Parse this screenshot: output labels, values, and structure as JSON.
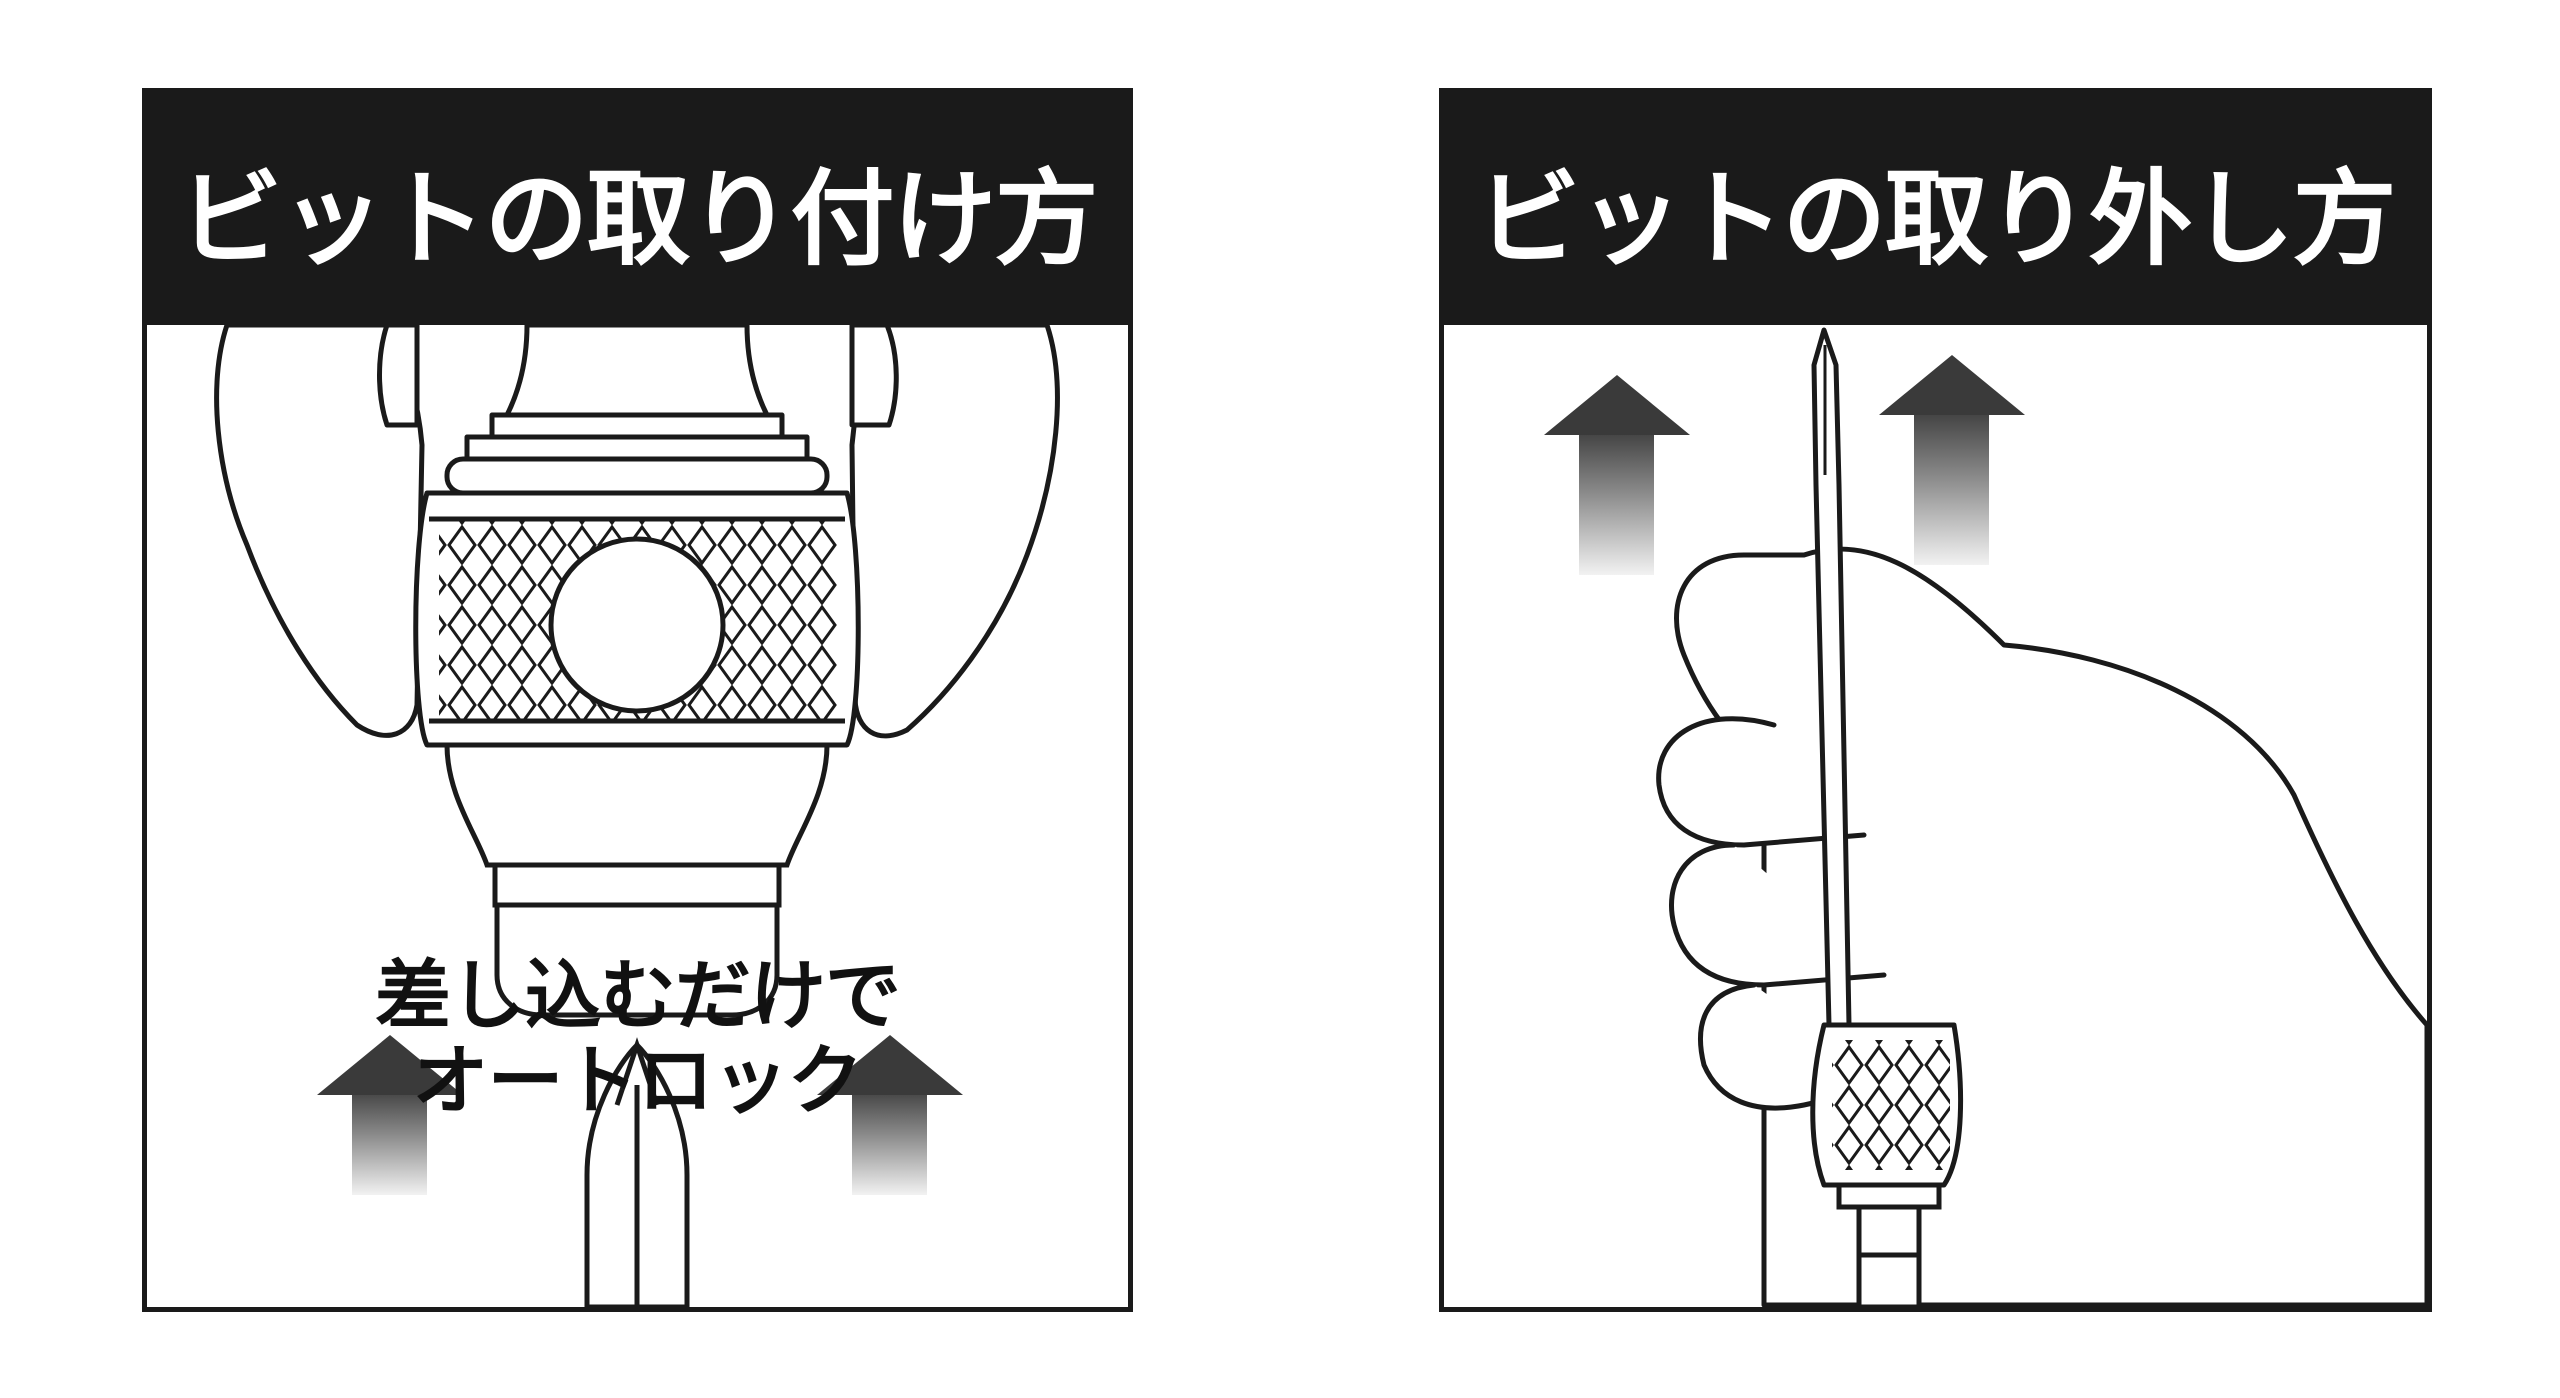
{
  "panels": {
    "left": {
      "title": "ビットの取り付け方",
      "caption_line1": "差し込むだけで",
      "caption_line2": "オートロック"
    },
    "right": {
      "title": "ビットの取り外し方"
    }
  },
  "colors": {
    "header_bg": "#1a1a1a",
    "header_text": "#ffffff",
    "line": "#1a1a1a",
    "arrow_dark": "#3a3a3a",
    "arrow_light": "#e8e8e8"
  },
  "icons": [
    "hand-holding-chuck-illustration",
    "bit-illustration",
    "up-arrow-icon",
    "hand-pulling-bit-illustration",
    "down-arrow-icon"
  ]
}
